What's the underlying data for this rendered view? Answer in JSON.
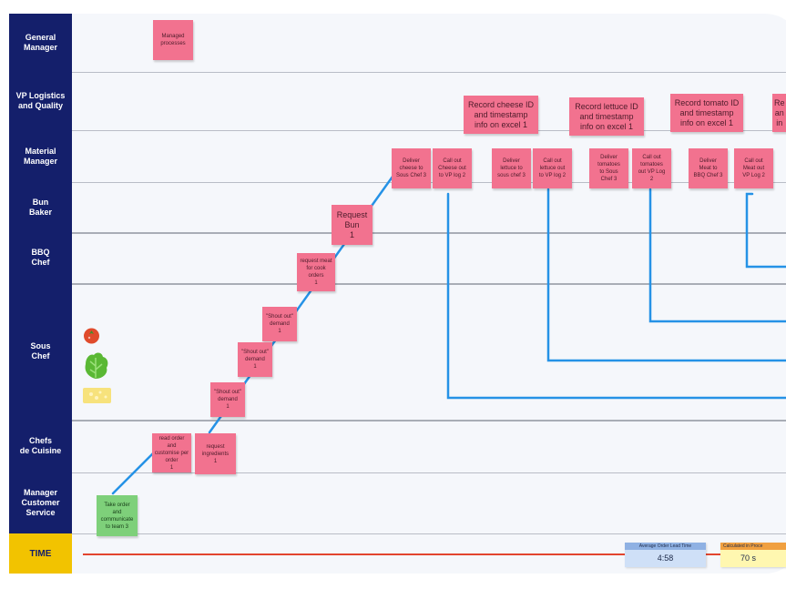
{
  "lanes": [
    {
      "label": "General\nManager"
    },
    {
      "label": "VP Logistics\nand Quality"
    },
    {
      "label": "Material\nManager"
    },
    {
      "label": "Bun\nBaker"
    },
    {
      "label": "BBQ\nChef"
    },
    {
      "label": "Sous\nChef"
    },
    {
      "label": "Chefs\nde Cuisine"
    },
    {
      "label": "Manager\nCustomer\nService"
    },
    {
      "label": "TIME"
    }
  ],
  "notes": {
    "managed": "Managed\nprocesses",
    "record_cheese": "Record cheese ID\nand timestamp\ninfo on excel 1",
    "record_lettuce": "Record lettuce ID\nand timestamp\ninfo on excel 1",
    "record_tomato": "Record tomato ID\nand timestamp\ninfo on excel 1",
    "record_partial": "Re\nan\nin",
    "deliver_cheese": "Deliver\ncheese to\nSous Chef 3",
    "callout_cheese": "Call out\nCheese out\nto VP log 2",
    "deliver_lettuce": "Deliver\nlettuce to\nsous chef 3",
    "callout_lettuce": "Call out\nlettuce out\nto VP log 2",
    "deliver_tomatoes": "Deliver\ntomatoes\nto Sous\nChef 3",
    "callout_tomatoes": "Call out\ntomatoes\nout VP Log\n2",
    "deliver_meat": "Deliver\nMeat to\nBBQ Chef 3",
    "callout_meat": "Call out\nMeat out\nVP Log 2",
    "request_bun": "Request\nBun\n1",
    "request_meat": "request meat\nfor cook\norders\n1",
    "shout1": "\"Shout out\"\ndemand\n1",
    "shout2": "\"Shout out\"\ndemand\n1",
    "shout3": "\"Shout out\"\ndemand\n1",
    "read_order": "read order and\ncustomise per\norder\n1",
    "request_ing": "request\ningredients\n1",
    "take_order": "Take order\nand\ncommunicate\nto team 3"
  },
  "metrics": {
    "avg_label": "Average Order Lead Time",
    "avg_value": "4:58",
    "calc_label": "Calculated in Proce",
    "calc_value": "70 s"
  },
  "colors": {
    "lane_label": "#141f6b",
    "time_label": "#f2c300",
    "sticky_pink": "#f2728f",
    "sticky_green": "#7ed07a",
    "connector": "#2592e6",
    "timeline": "#e2452e",
    "metric_blue": "#8fb1e3",
    "metric_orange": "#f0a040"
  },
  "icons": [
    "tomato-icon",
    "lettuce-icon",
    "cheese-icon"
  ]
}
